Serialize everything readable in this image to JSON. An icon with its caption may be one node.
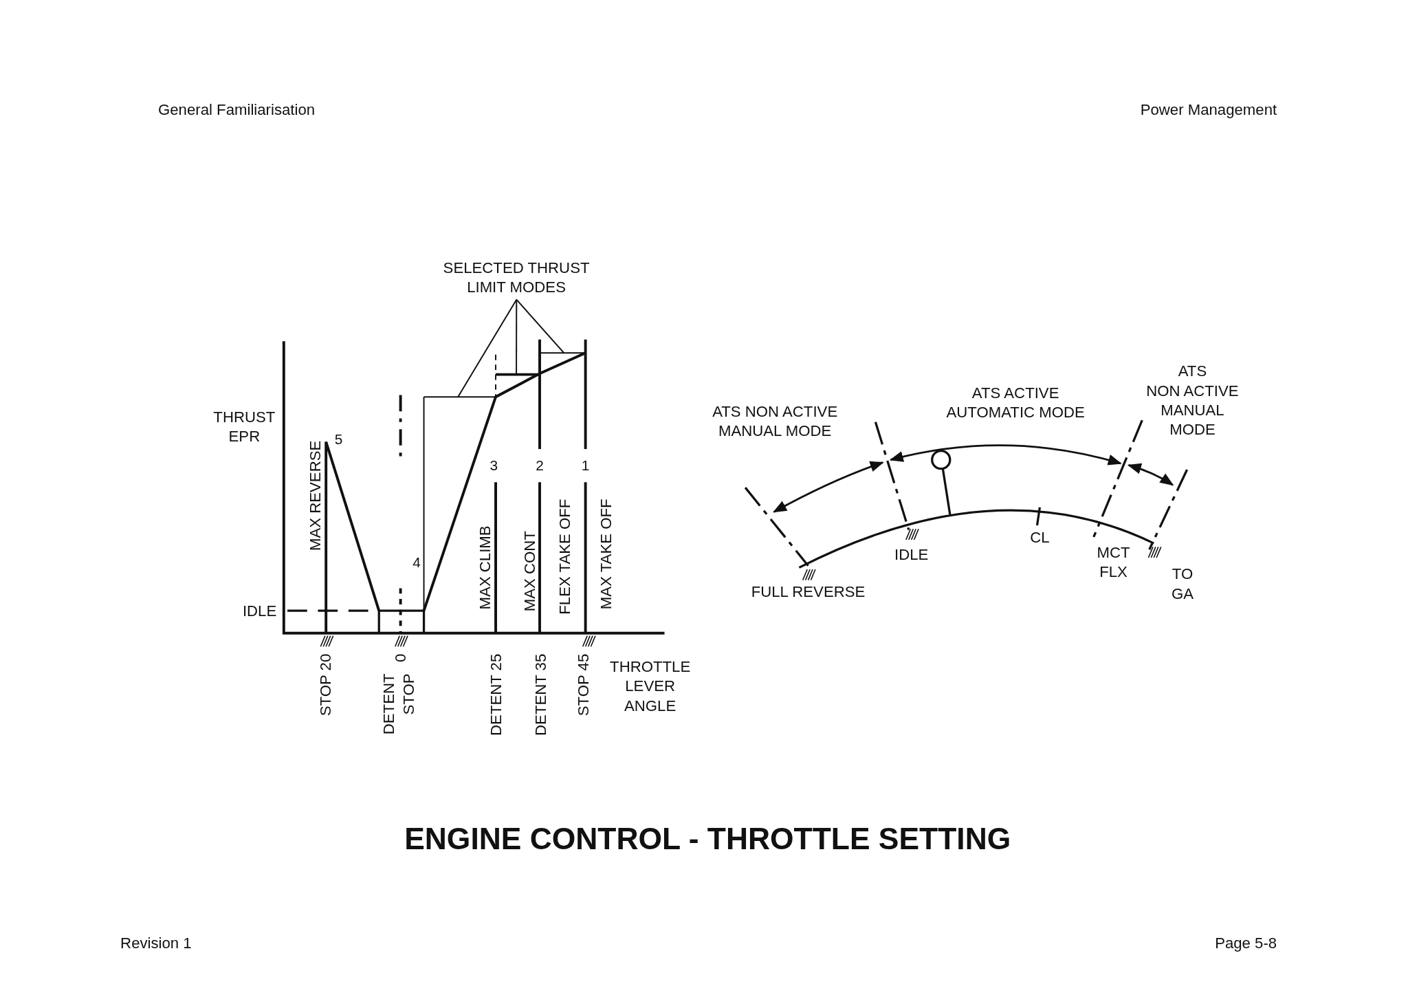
{
  "diagram": {
    "title": "ENGINE CONTROL - THROTTLE SETTING",
    "nodes": [
      {
        "text": [
          "SELECTED THRUST LIMIT MODES"
        ]
      },
      {
        "text": [],
        "shape": "bar"
      },
      {
        "text": [],
        "shape": "bar"
      },
      {
        "text": [],
        "shape": "bar"
      }
    ],
    "edges": [
      {
        "from": 0,
        "to": 1,
        "arrow": "none"
      },
      {
        "from": 0,
        "to": 2,
        "arrow": "none"
      },
      {
        "from": 0,
        "to": 3,
        "arrow": "none"
      }
    ],
    "labels": [
      "General Familiarisation",
      "Power Management",
      "THRUST EPR",
      "5",
      "MAX REVERSE",
      "IDLE",
      "4",
      "3",
      "2",
      "1",
      "MAX CLIMB",
      "MAX CONT",
      "FLEX TAKE OFF",
      "MAX TAKE OFF",
      "STOP 20",
      "0",
      "DETENT STOP",
      "DETENT 25",
      "DETENT 35",
      "STOP 45",
      "THROTTLE LEVER ANGLE",
      "ATS NON ACTIVE MANUAL MODE",
      "ATS ACTIVE AUTOMATIC MODE",
      "ATS NON ACTIVE MANUAL MODE",
      "IDLE",
      "CL",
      "MCT FLX",
      "TO GA",
      "FULL REVERSE",
      "Revision 1",
      "Page 5-8"
    ]
  }
}
